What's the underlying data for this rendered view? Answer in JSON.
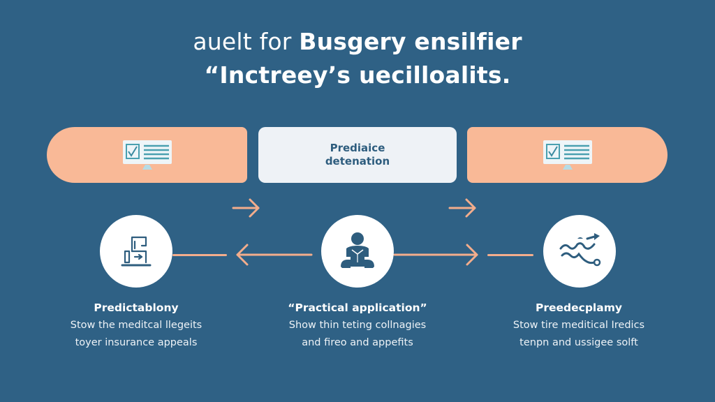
{
  "title": {
    "line1_light": "auelt for ",
    "line1_bold": "Busgery ensilfier",
    "line2": "“Inctreey’s uecilloalits."
  },
  "cards": [
    {
      "type": "peach",
      "icon": "monitor-checklist-icon"
    },
    {
      "type": "light",
      "label_line1": "Prediaice",
      "label_line2": "detenation"
    },
    {
      "type": "peach",
      "icon": "monitor-checklist-icon"
    }
  ],
  "steps": [
    {
      "icon": "document-transfer-icon",
      "heading": "Predictablony",
      "desc_line1": "Stow the meditcal llegeits",
      "desc_line2": "toyer insurance appeals"
    },
    {
      "icon": "person-reading-icon",
      "heading": "“Practical application”",
      "desc_line1": "Show thin teting collnagies",
      "desc_line2": "and fireo and appefits"
    },
    {
      "icon": "wave-arrow-icon",
      "heading": "Preedecplamy",
      "desc_line1": "Stow tire meditical Iredics",
      "desc_line2": "tenpn and ussigee solft"
    }
  ],
  "colors": {
    "background": "#2f6185",
    "peach": "#f9b997",
    "arrow": "#f3ad8c",
    "light_card": "#eef2f6",
    "icon_blue": "#2e5d7e"
  }
}
